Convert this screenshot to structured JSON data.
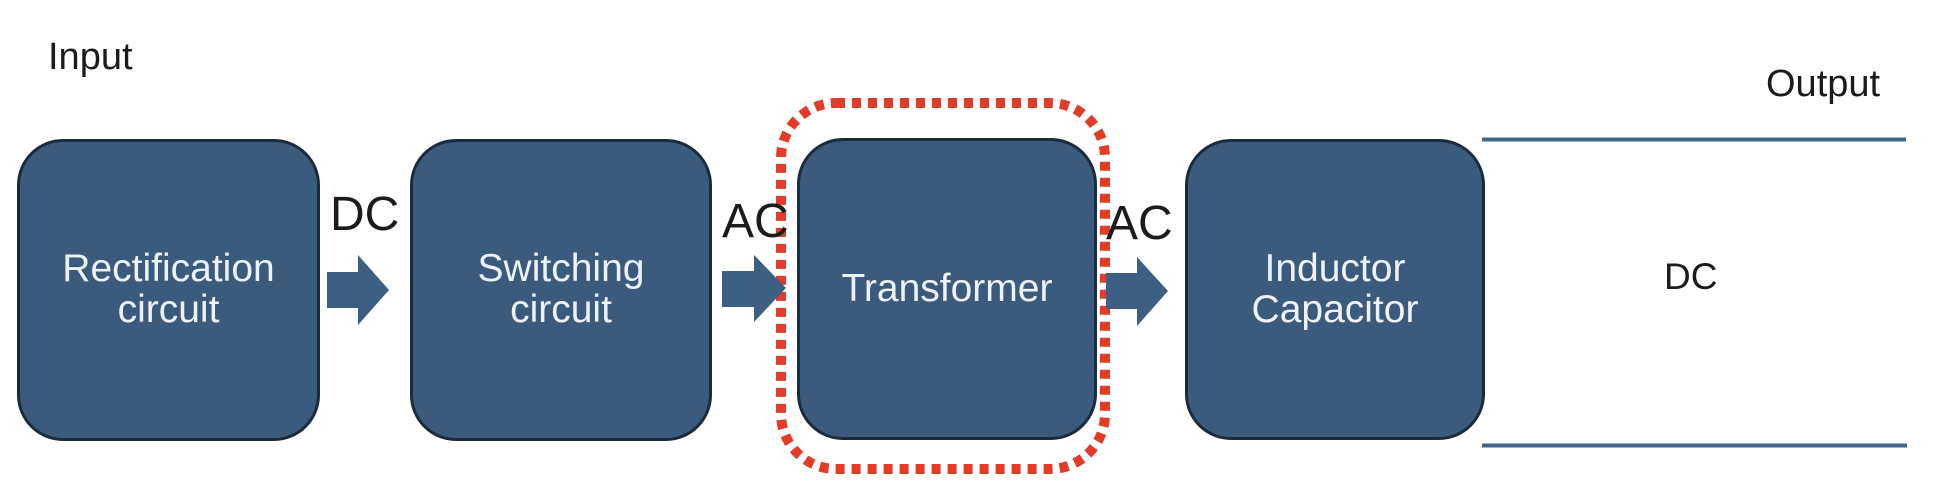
{
  "diagram": {
    "title_semantic": "power supply conversion block diagram",
    "input_label": "Input",
    "output_label": "Output",
    "output_signal_label": "DC",
    "blocks": [
      {
        "id": "rectification-circuit",
        "lines": [
          "Rectification",
          "circuit"
        ],
        "highlighted": false
      },
      {
        "id": "switching-circuit",
        "lines": [
          "Switching",
          "circuit"
        ],
        "highlighted": false
      },
      {
        "id": "transformer",
        "lines": [
          "Transformer"
        ],
        "highlighted": true
      },
      {
        "id": "inductor-capacitor",
        "lines": [
          "Inductor",
          "Capacitor"
        ],
        "highlighted": false
      }
    ],
    "signal_labels": [
      {
        "text": "DC",
        "position": "between rectification and switching"
      },
      {
        "text": "AC",
        "position": "between switching and transformer"
      },
      {
        "text": "AC",
        "position": "between transformer and inductor-capacitor"
      }
    ]
  },
  "colors": {
    "background": "#ffffff",
    "block_fill": "#3a5b7e",
    "block_border": "#1c2b3c",
    "block_text": "#eff2f5",
    "arrow_fill": "#3c5f83",
    "highlight_red": "#e23b28",
    "line_blue": "#426488",
    "label_text": "#1b1b1b"
  }
}
